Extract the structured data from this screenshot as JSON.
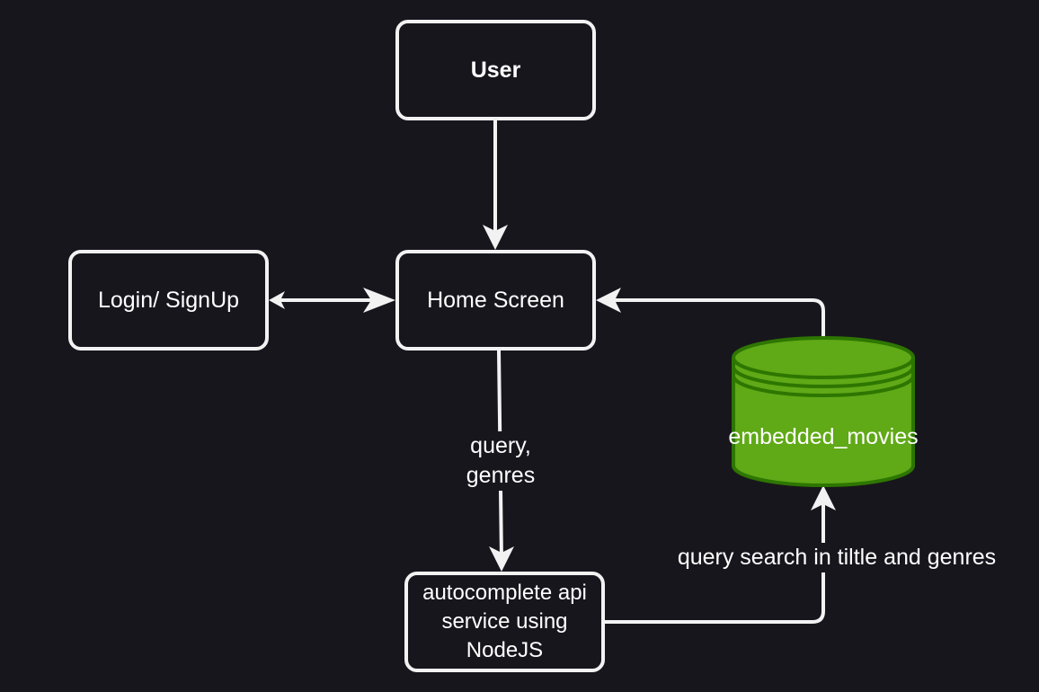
{
  "colors": {
    "background": "#18161d",
    "stroke": "#f2f2f2",
    "database_fill": "#60a917",
    "database_stroke": "#2d7600"
  },
  "nodes": {
    "user": "User",
    "login": "Login/ SignUp",
    "home": "Home Screen",
    "api_lines": [
      "autocomplete api",
      "service using",
      "NodeJS"
    ],
    "database": "embedded_movies"
  },
  "edges": {
    "query_lines": [
      "query,",
      "genres"
    ],
    "search": "query search in tiltle and genres"
  }
}
